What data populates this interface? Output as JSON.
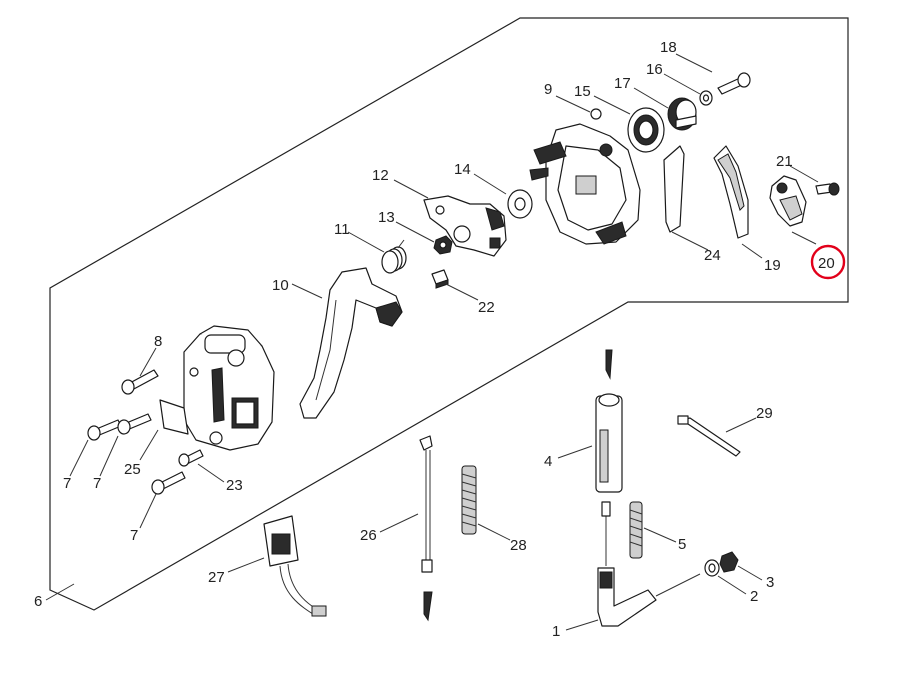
{
  "diagram": {
    "highlight_color": "#e2001a",
    "highlighted_callout": "20",
    "callouts": [
      {
        "id": "c1",
        "text": "1"
      },
      {
        "id": "c2",
        "text": "2"
      },
      {
        "id": "c3",
        "text": "3"
      },
      {
        "id": "c4",
        "text": "4"
      },
      {
        "id": "c5",
        "text": "5"
      },
      {
        "id": "c6",
        "text": "6"
      },
      {
        "id": "c7a",
        "text": "7"
      },
      {
        "id": "c7b",
        "text": "7"
      },
      {
        "id": "c7c",
        "text": "7"
      },
      {
        "id": "c8",
        "text": "8"
      },
      {
        "id": "c9",
        "text": "9"
      },
      {
        "id": "c10",
        "text": "10"
      },
      {
        "id": "c11",
        "text": "11"
      },
      {
        "id": "c12",
        "text": "12"
      },
      {
        "id": "c13",
        "text": "13"
      },
      {
        "id": "c14",
        "text": "14"
      },
      {
        "id": "c15",
        "text": "15"
      },
      {
        "id": "c16",
        "text": "16"
      },
      {
        "id": "c17",
        "text": "17"
      },
      {
        "id": "c18",
        "text": "18"
      },
      {
        "id": "c19",
        "text": "19"
      },
      {
        "id": "c20",
        "text": "20"
      },
      {
        "id": "c21",
        "text": "21"
      },
      {
        "id": "c22",
        "text": "22"
      },
      {
        "id": "c23",
        "text": "23"
      },
      {
        "id": "c24",
        "text": "24"
      },
      {
        "id": "c25",
        "text": "25"
      },
      {
        "id": "c26",
        "text": "26"
      },
      {
        "id": "c27",
        "text": "27"
      },
      {
        "id": "c28",
        "text": "28"
      },
      {
        "id": "c29",
        "text": "29"
      }
    ]
  }
}
